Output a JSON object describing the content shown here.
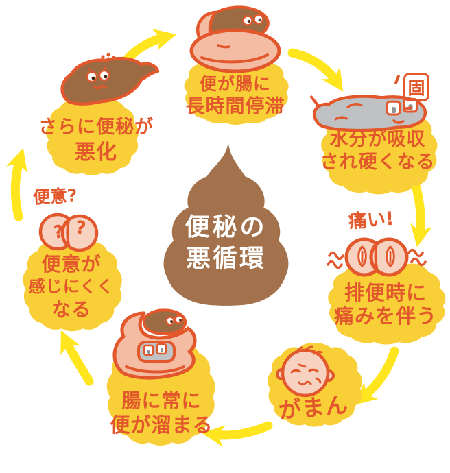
{
  "diagram": {
    "type": "cycle",
    "flow_direction": "clockwise",
    "center": {
      "illustration": "soft-serve-stool-icon",
      "lines": [
        "便秘の",
        "悪循環"
      ]
    },
    "nodes": [
      {
        "id": "stool-stays-in-intestine",
        "illustration": "intestine-holding-stool-icon",
        "lines": [
          "便が腸に",
          "長時間停滞"
        ]
      },
      {
        "id": "water-absorbed-hardens",
        "illustration": "hard-dry-stool-icon",
        "badge": "固",
        "lines": [
          "水分が吸収",
          "され硬くなる"
        ]
      },
      {
        "id": "painful-defecation",
        "illustration": "sore-bottom-icon",
        "callout": "痛い!",
        "lines": [
          "排便時に",
          "痛みを伴う"
        ]
      },
      {
        "id": "holding-it-in",
        "illustration": "enduring-baby-face-icon",
        "lines": [
          "がまん"
        ]
      },
      {
        "id": "stool-accumulates-in-intestine",
        "illustration": "intestine-full-of-stool-icon",
        "lines": [
          "腸に常に",
          "便が溜まる"
        ]
      },
      {
        "id": "urge-hard-to-feel",
        "illustration": "puzzled-bottom-icon",
        "callout": "便意?",
        "cheek_marks": [
          "?",
          "?"
        ],
        "lines": [
          "便意が",
          "感じにくく",
          "なる"
        ]
      },
      {
        "id": "constipation-worsens",
        "illustration": "crowned-stool-icon",
        "lines": [
          "さらに便秘が",
          "悪化"
        ]
      }
    ],
    "colors": {
      "background": "#FFFFFF",
      "node_blob_yellow": "#F9CF38",
      "arrow_yellow": "#FFE51E",
      "text_orange": "#E2572B",
      "outline_orange": "#E2572B",
      "stool_brown": "#9C6B43",
      "center_stool_brown": "#A3724C",
      "intestine_pink": "#F5BCA4",
      "skin_pink": "#F8D2C0",
      "hard_stool_gray": "#BFC1C3",
      "crown_gold": "#F6B53B",
      "center_text": "#FFFFFF"
    }
  }
}
